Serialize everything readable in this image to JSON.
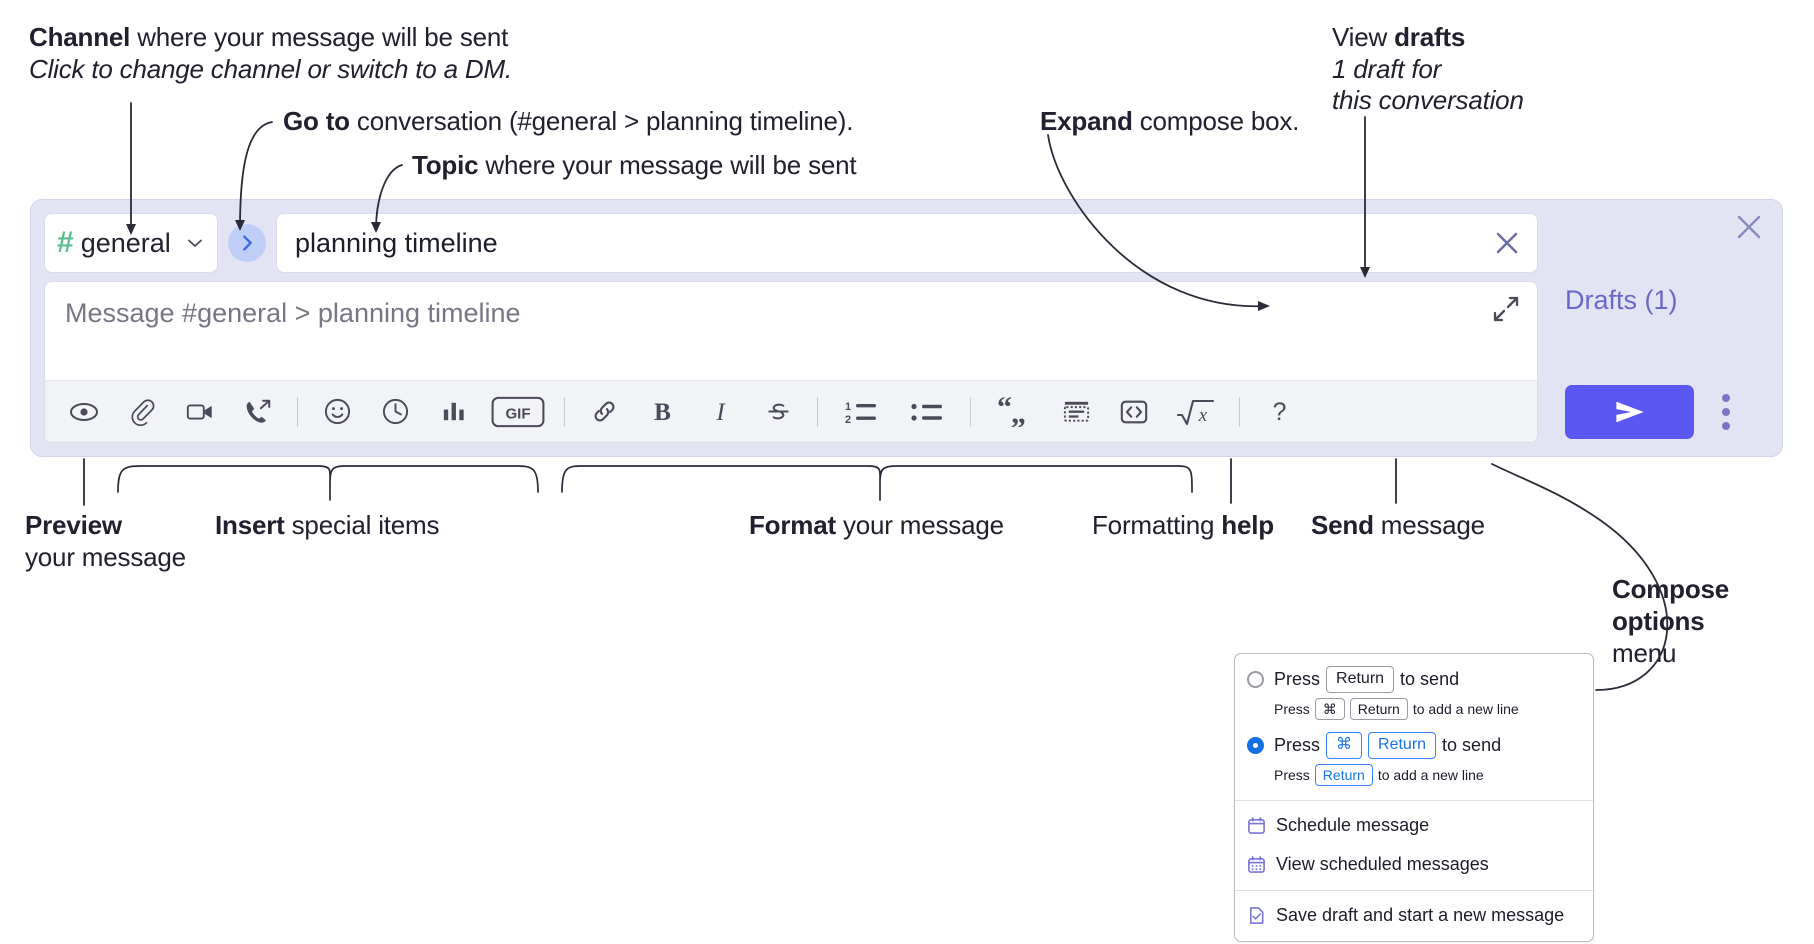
{
  "annotations": {
    "channel": {
      "bold": "Channel",
      "rest": " where your message will be sent",
      "italic": "Click to change channel or switch to a DM."
    },
    "goto": {
      "bold": "Go to",
      "rest": " conversation (#general > planning timeline)."
    },
    "topic": {
      "bold": "Topic",
      "rest": " where your message will be sent"
    },
    "expand": {
      "bold": "Expand",
      "rest": " compose box."
    },
    "drafts": {
      "rest": "View ",
      "bold": "drafts",
      "italic_line1": "1 draft for",
      "italic_line2": "this conversation"
    },
    "preview": {
      "bold": "Preview",
      "line2": "your message"
    },
    "insert": {
      "bold": "Insert",
      "rest": " special items"
    },
    "format": {
      "bold": "Format",
      "rest": " your message"
    },
    "help": {
      "rest": "Formatting ",
      "bold": "help"
    },
    "send": {
      "bold": "Send",
      "rest": " message"
    },
    "compose_options": {
      "line1": "Compose",
      "line2": "options",
      "line3": "menu"
    }
  },
  "compose": {
    "channel": {
      "hash": "#",
      "name": "general",
      "chevron_icon": "chevron-down-icon"
    },
    "goto_icon": "chevron-right-icon",
    "topic": {
      "value": "planning timeline",
      "clear_icon": "close-icon"
    },
    "message": {
      "placeholder": "Message #general > planning timeline",
      "value": ""
    },
    "expand_icon": "expand-icon",
    "panel_close_icon": "close-icon",
    "drafts_label": "Drafts (1)",
    "send_icon": "send-paper-plane-icon",
    "kebab_icon": "vertical-dots-icon",
    "toolbar": [
      {
        "name": "preview-message-icon",
        "label": "Preview"
      },
      {
        "name": "attach-file-icon",
        "label": "Attach file"
      },
      {
        "name": "video-clip-icon",
        "label": "Record video clip"
      },
      {
        "name": "audio-clip-icon",
        "label": "Record audio clip"
      },
      {
        "name": "separator",
        "label": ""
      },
      {
        "name": "emoji-icon",
        "label": "Emoji"
      },
      {
        "name": "schedule-clock-icon",
        "label": "Schedule"
      },
      {
        "name": "poll-bars-icon",
        "label": "Poll"
      },
      {
        "name": "gif-icon",
        "label": "GIF"
      },
      {
        "name": "separator",
        "label": ""
      },
      {
        "name": "link-icon",
        "label": "Link"
      },
      {
        "name": "bold-icon",
        "label": "B"
      },
      {
        "name": "italic-icon",
        "label": "I"
      },
      {
        "name": "strikethrough-icon",
        "label": "S"
      },
      {
        "name": "separator",
        "label": ""
      },
      {
        "name": "ordered-list-icon",
        "label": "Ordered list"
      },
      {
        "name": "bulleted-list-icon",
        "label": "Bulleted list"
      },
      {
        "name": "separator",
        "label": ""
      },
      {
        "name": "blockquote-icon",
        "label": "Blockquote"
      },
      {
        "name": "code-block-icon",
        "label": "Code block"
      },
      {
        "name": "code-icon",
        "label": "Code"
      },
      {
        "name": "latex-icon",
        "label": "LaTeX"
      },
      {
        "name": "separator",
        "label": ""
      },
      {
        "name": "formatting-help-icon",
        "label": "?"
      }
    ]
  },
  "options_menu": {
    "radio_options": [
      {
        "selected": false,
        "prefix": "Press",
        "keys": [
          "Return"
        ],
        "suffix": "to send",
        "sub_prefix": "Press",
        "sub_keys": [
          "⌘",
          "Return"
        ],
        "sub_suffix": "to add a new line"
      },
      {
        "selected": true,
        "prefix": "Press",
        "keys": [
          "⌘",
          "Return"
        ],
        "suffix": "to send",
        "sub_prefix": "Press",
        "sub_keys": [
          "Return"
        ],
        "sub_suffix": "to add a new line"
      }
    ],
    "items": [
      {
        "icon": "calendar-icon",
        "label": "Schedule message"
      },
      {
        "icon": "calendar-grid-icon",
        "label": "View scheduled messages"
      },
      {
        "icon": "save-draft-icon",
        "label": "Save draft and start a new message"
      }
    ]
  },
  "colors": {
    "panel_bg": "#e3e4f3",
    "send_button": "#5b57f2",
    "drafts_link": "#6d66c9",
    "hash_green": "#5bbd8b",
    "goto_bg": "#bfcdf7",
    "radio_blue": "#1470e0",
    "menu_icon_purple": "#7b74d8",
    "text": "#21202e"
  }
}
